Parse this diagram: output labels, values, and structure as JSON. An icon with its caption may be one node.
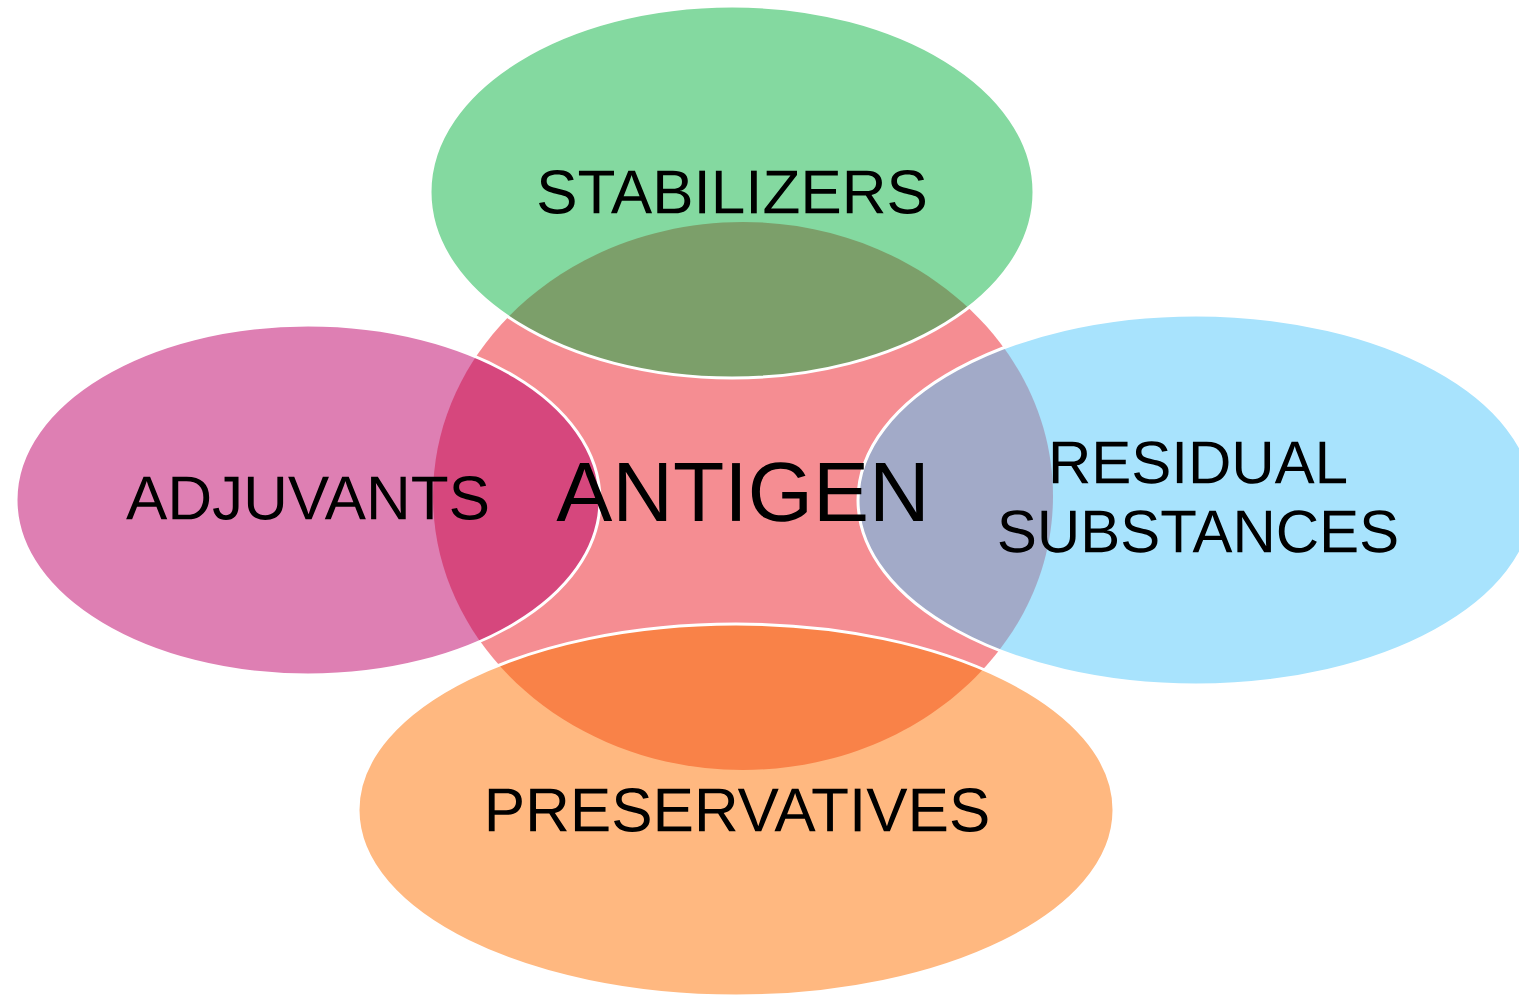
{
  "diagram": {
    "nodes": [
      {
        "text": [
          "STABILIZERS"
        ]
      },
      {
        "text": [
          "ADJUVANTS"
        ]
      },
      {
        "text": [
          "ANTIGEN"
        ]
      },
      {
        "text": [
          "RESIDUAL SUBSTANCES"
        ]
      },
      {
        "text": [
          "PRESERVATIVES"
        ]
      }
    ]
  }
}
